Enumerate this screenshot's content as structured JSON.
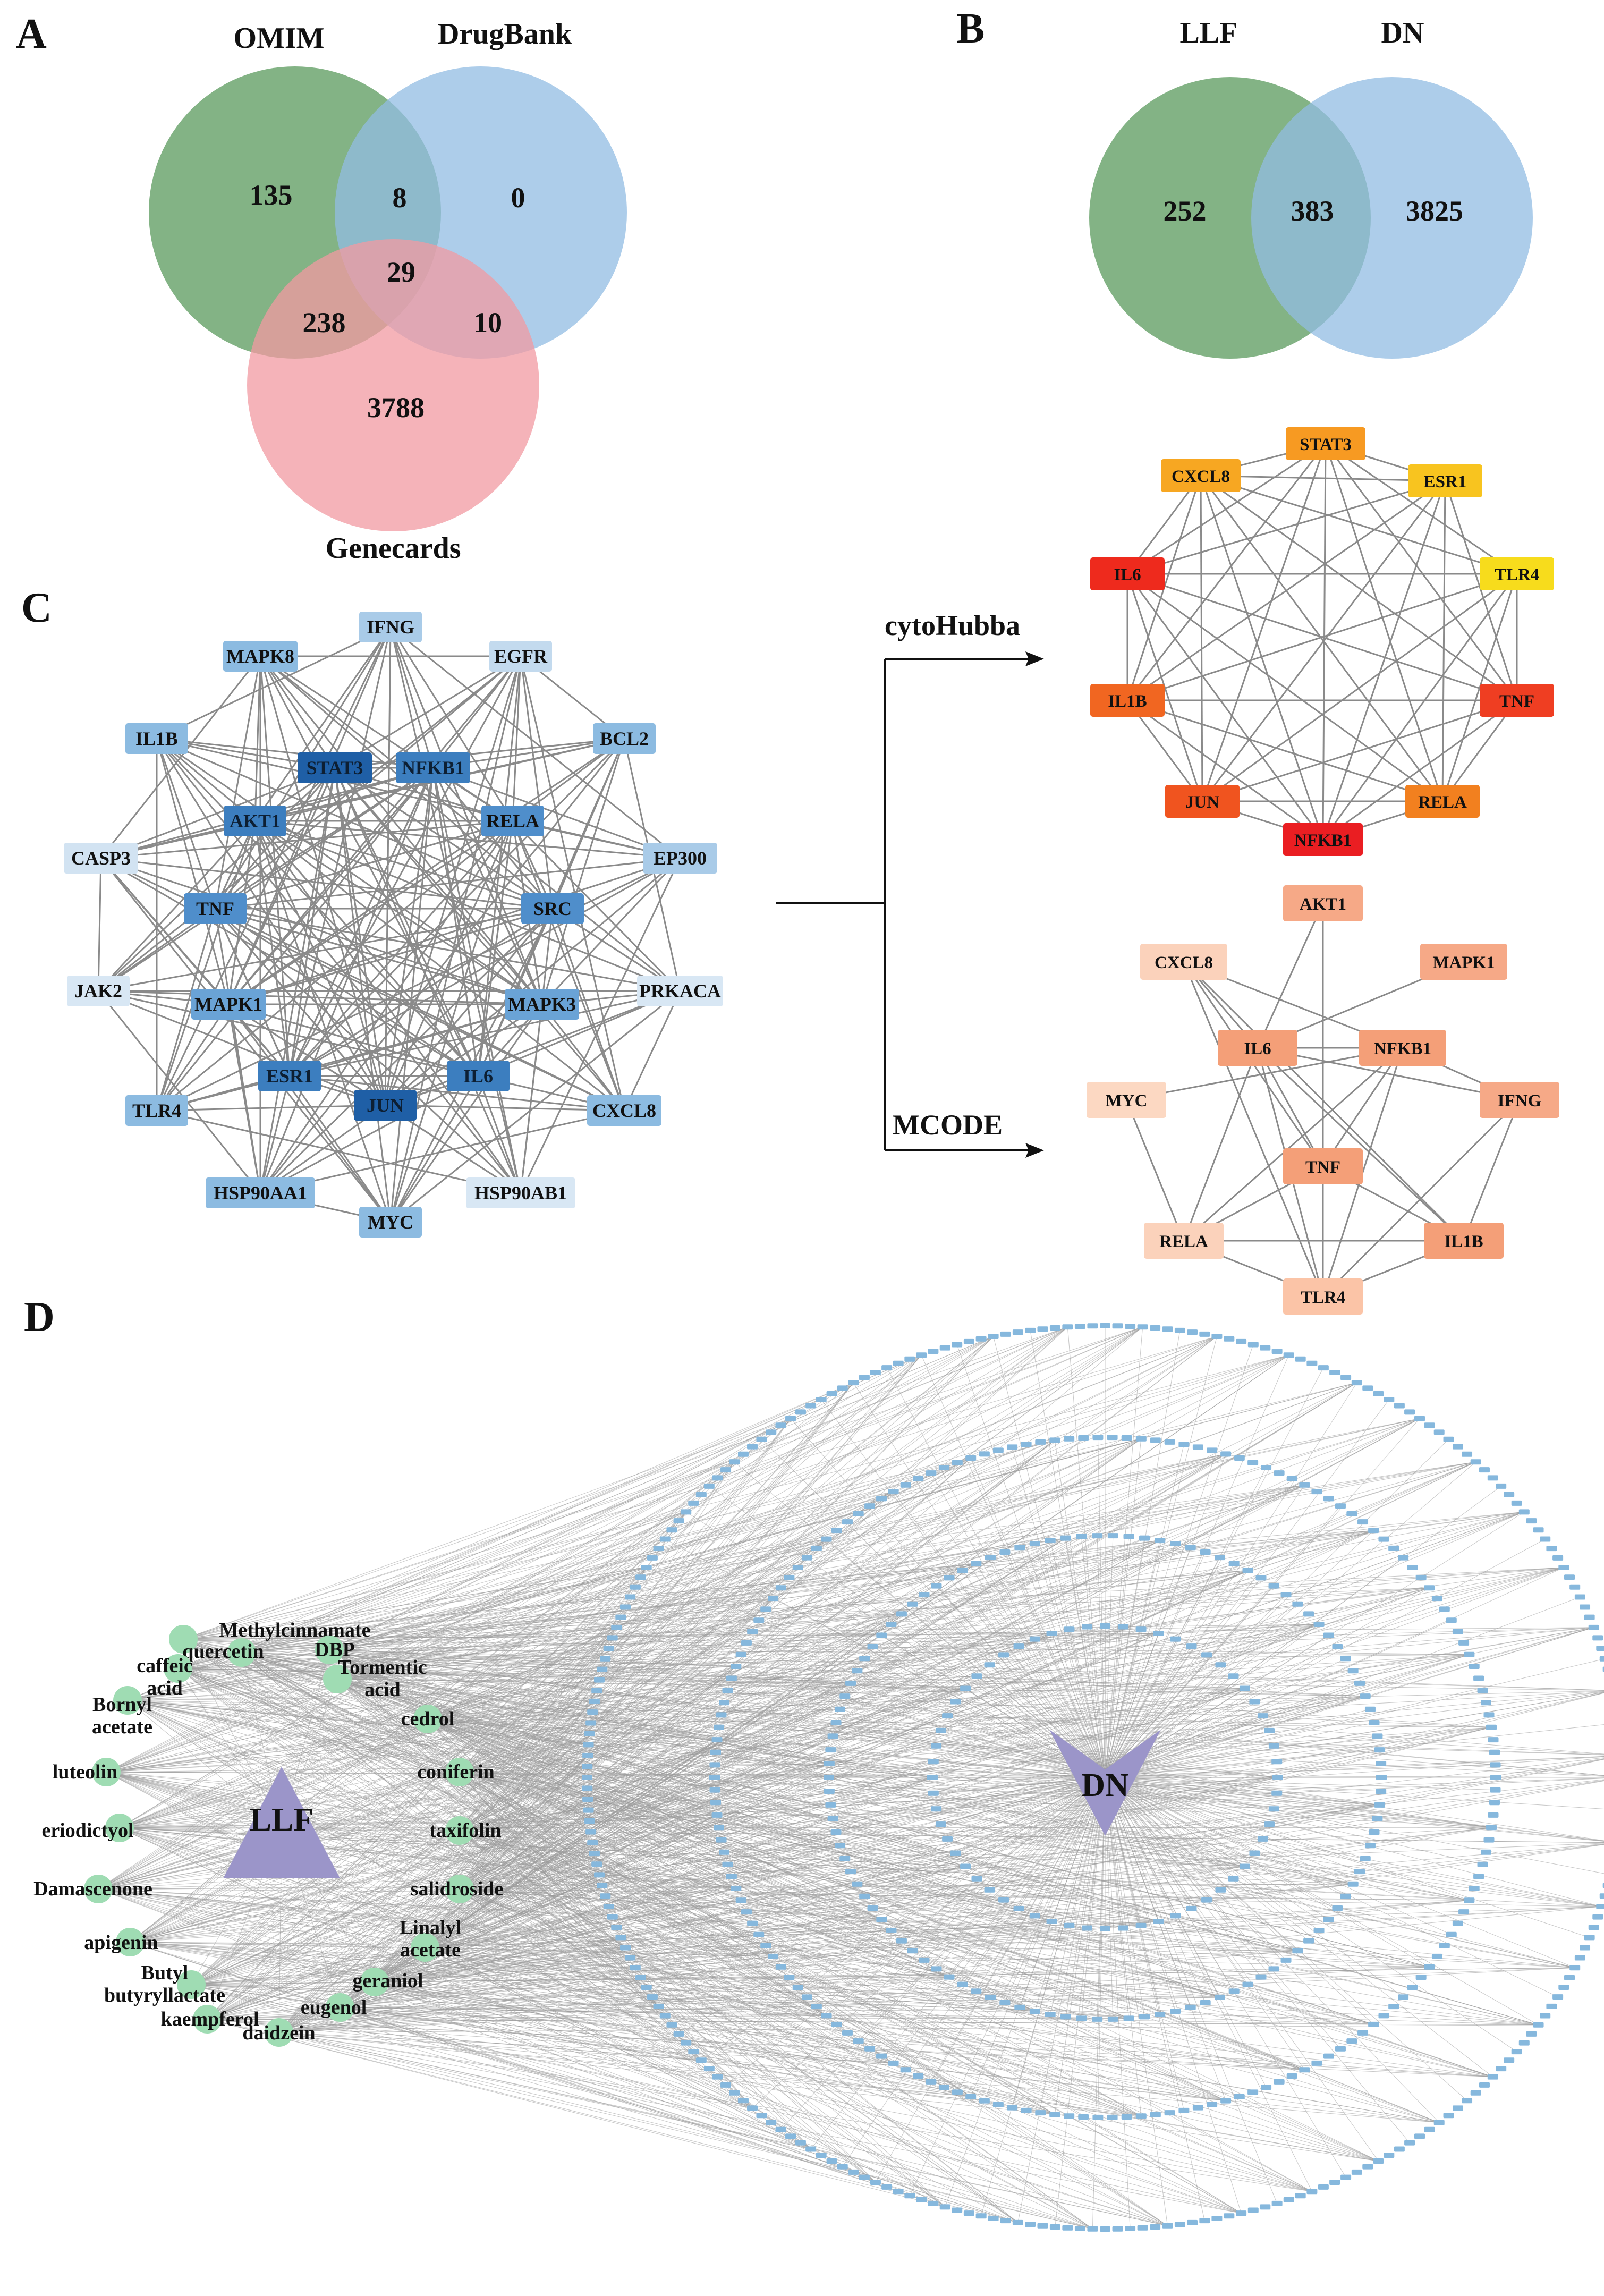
{
  "panels": {
    "A": {
      "letter": "A",
      "sets": [
        {
          "name": "OMIM",
          "color": "#5a9a5c"
        },
        {
          "name": "DrugBank",
          "color": "#92bce3"
        },
        {
          "name": "Genecards",
          "color": "#f19aa1"
        }
      ],
      "regions": {
        "omim_only": "135",
        "omim_drugbank": "8",
        "drugbank_only": "0",
        "all_three": "29",
        "omim_genecards": "238",
        "drugbank_genecards": "10",
        "genecards_only": "3788"
      }
    },
    "B": {
      "letter": "B",
      "sets": [
        {
          "name": "LLF",
          "color": "#5a9a5c"
        },
        {
          "name": "DN",
          "color": "#92bce3"
        }
      ],
      "regions": {
        "llf_only": "252",
        "intersection": "383",
        "dn_only": "3825"
      }
    },
    "C": {
      "letter": "C",
      "nodes": [
        {
          "id": "IFNG",
          "label": "IFNG",
          "color": "#a9cbe8"
        },
        {
          "id": "MAPK8",
          "label": "MAPK8",
          "color": "#8cbbe1"
        },
        {
          "id": "EGFR",
          "label": "EGFR",
          "color": "#c3daee"
        },
        {
          "id": "IL1B",
          "label": "IL1B",
          "color": "#8cbbe1"
        },
        {
          "id": "BCL2",
          "label": "BCL2",
          "color": "#8cbbe1"
        },
        {
          "id": "STAT3",
          "label": "STAT3",
          "color": "#1f5fa6"
        },
        {
          "id": "NFKB1",
          "label": "NFKB1",
          "color": "#3c7ebf"
        },
        {
          "id": "AKT1",
          "label": "AKT1",
          "color": "#3c7ebf"
        },
        {
          "id": "RELA",
          "label": "RELA",
          "color": "#4f8ecb"
        },
        {
          "id": "CASP3",
          "label": "CASP3",
          "color": "#d2e3f2"
        },
        {
          "id": "EP300",
          "label": "EP300",
          "color": "#a9cbe8"
        },
        {
          "id": "TNF",
          "label": "TNF",
          "color": "#4f8ecb"
        },
        {
          "id": "SRC",
          "label": "SRC",
          "color": "#4f8ecb"
        },
        {
          "id": "JAK2",
          "label": "JAK2",
          "color": "#d8e7f4"
        },
        {
          "id": "MAPK1",
          "label": "MAPK1",
          "color": "#6aa3d6"
        },
        {
          "id": "MAPK3",
          "label": "MAPK3",
          "color": "#6aa3d6"
        },
        {
          "id": "PRKACA",
          "label": "PRKACA",
          "color": "#d8e7f4"
        },
        {
          "id": "ESR1",
          "label": "ESR1",
          "color": "#3c7ebf"
        },
        {
          "id": "JUN",
          "label": "JUN",
          "color": "#1f5fa6"
        },
        {
          "id": "IL6",
          "label": "IL6",
          "color": "#3c7ebf"
        },
        {
          "id": "TLR4",
          "label": "TLR4",
          "color": "#8cbbe1"
        },
        {
          "id": "CXCL8",
          "label": "CXCL8",
          "color": "#8cbbe1"
        },
        {
          "id": "HSP90AA1",
          "label": "HSP90AA1",
          "color": "#8cbbe1"
        },
        {
          "id": "HSP90AB1",
          "label": "HSP90AB1",
          "color": "#d8e7f4"
        },
        {
          "id": "MYC",
          "label": "MYC",
          "color": "#8cbbe1"
        }
      ]
    },
    "arrows": {
      "top_label": "cytoHubba",
      "bottom_label": "MCODE"
    },
    "cytohubba": {
      "nodes": [
        {
          "id": "STAT3",
          "label": "STAT3",
          "color": "#f79a22"
        },
        {
          "id": "CXCL8",
          "label": "CXCL8",
          "color": "#f7a722"
        },
        {
          "id": "ESR1",
          "label": "ESR1",
          "color": "#f8c41f"
        },
        {
          "id": "IL6",
          "label": "IL6",
          "color": "#ee2a1d"
        },
        {
          "id": "TLR4",
          "label": "TLR4",
          "color": "#f7dc1c"
        },
        {
          "id": "IL1B",
          "label": "IL1B",
          "color": "#f16621"
        },
        {
          "id": "TNF",
          "label": "TNF",
          "color": "#ef3e22"
        },
        {
          "id": "JUN",
          "label": "JUN",
          "color": "#f0541f"
        },
        {
          "id": "RELA",
          "label": "RELA",
          "color": "#f2801f"
        },
        {
          "id": "NFKB1",
          "label": "NFKB1",
          "color": "#ea1e22"
        }
      ]
    },
    "mcode": {
      "nodes": [
        {
          "id": "AKT1",
          "label": "AKT1",
          "color": "#f6a987"
        },
        {
          "id": "CXCL8",
          "label": "CXCL8",
          "color": "#fbd2bb"
        },
        {
          "id": "MAPK1",
          "label": "MAPK1",
          "color": "#f6a987"
        },
        {
          "id": "IL6",
          "label": "IL6",
          "color": "#f49f78"
        },
        {
          "id": "NFKB1",
          "label": "NFKB1",
          "color": "#f49f78"
        },
        {
          "id": "MYC",
          "label": "MYC",
          "color": "#fcd8c2"
        },
        {
          "id": "IFNG",
          "label": "IFNG",
          "color": "#f6a987"
        },
        {
          "id": "TNF",
          "label": "TNF",
          "color": "#f49f78"
        },
        {
          "id": "RELA",
          "label": "RELA",
          "color": "#fbd2bb"
        },
        {
          "id": "IL1B",
          "label": "IL1B",
          "color": "#f49f78"
        },
        {
          "id": "TLR4",
          "label": "TLR4",
          "color": "#fbc4a7"
        }
      ]
    },
    "D": {
      "letter": "D",
      "herb_hub": {
        "label": "LLF",
        "color": "#9b95c9"
      },
      "disease_hub": {
        "label": "DN",
        "color": "#9b95c9"
      },
      "compound_color": "#9fdcb3",
      "target_color": "#86b8dd",
      "compounds": [
        {
          "id": "methylcinnamate",
          "lines": [
            "Methylcinnamate"
          ]
        },
        {
          "id": "quercetin",
          "lines": [
            "quercetin"
          ]
        },
        {
          "id": "dbp",
          "lines": [
            "DBP"
          ]
        },
        {
          "id": "caffeic-acid",
          "lines": [
            "caffeic",
            "acid"
          ]
        },
        {
          "id": "tormentic-acid",
          "lines": [
            "Tormentic",
            "acid"
          ]
        },
        {
          "id": "bornyl-acetate",
          "lines": [
            "Bornyl",
            "acetate"
          ]
        },
        {
          "id": "cedrol",
          "lines": [
            "cedrol"
          ]
        },
        {
          "id": "luteolin",
          "lines": [
            "luteolin"
          ]
        },
        {
          "id": "coniferin",
          "lines": [
            "coniferin"
          ]
        },
        {
          "id": "eriodictyol",
          "lines": [
            "eriodictyol"
          ]
        },
        {
          "id": "taxifolin",
          "lines": [
            "taxifolin"
          ]
        },
        {
          "id": "damascenone",
          "lines": [
            "Damascenone"
          ]
        },
        {
          "id": "salidroside",
          "lines": [
            "salidroside"
          ]
        },
        {
          "id": "linalyl-acetate",
          "lines": [
            "Linalyl",
            "acetate"
          ]
        },
        {
          "id": "apigenin",
          "lines": [
            "apigenin"
          ]
        },
        {
          "id": "butyl-butyryllactate",
          "lines": [
            "Butyl",
            "butyryllactate"
          ]
        },
        {
          "id": "geraniol",
          "lines": [
            "geraniol"
          ]
        },
        {
          "id": "eugenol",
          "lines": [
            "eugenol"
          ]
        },
        {
          "id": "kaempferol",
          "lines": [
            "kaempferol"
          ]
        },
        {
          "id": "daidzein",
          "lines": [
            "daidzein"
          ]
        }
      ]
    }
  }
}
